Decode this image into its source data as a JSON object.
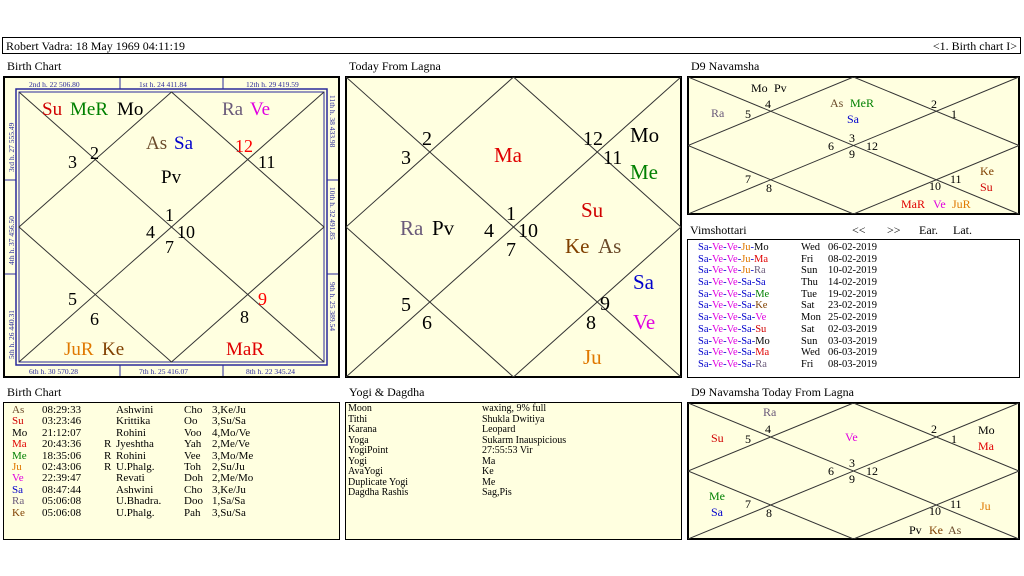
{
  "topbar": {
    "title": "Robert Vadra:   18 May 1969  04:11:19",
    "nav": "<1. Birth chart I>"
  },
  "titles": {
    "birth_chart": "Birth Chart",
    "today_from_lagna": "Today From Lagna",
    "d9": "D9 Navamsha",
    "vimshottari": "Vimshottari",
    "birth_table": "Birth Chart",
    "yogi": "Yogi & Dagdha",
    "d9_today": "D9 Navamsha Today From Lagna"
  },
  "colors": {
    "Su": "#d00000",
    "Mo": "#000000",
    "Ma": "#e00000",
    "Me": "#008000",
    "Ju": "#e07800",
    "Ve": "#e000e0",
    "Sa": "#0000cc",
    "Ra": "#6a5a7a",
    "Ke": "#804000",
    "As": "#6a4a2a",
    "Pv": "#000000",
    "red": "#ff0000"
  },
  "birth_chart": {
    "border_labels": {
      "top1": "2nd h.  22  506.80",
      "top2": "1st h.  24  411.84",
      "top3": "12th h.  29  419.59",
      "bot1": "6th h.  30  570.28",
      "bot2": "7th h.  25  416.07",
      "bot3": "8th h.  22  345.24",
      "left1": "3rd h.  27  555.49",
      "left2": "4th h.  37  456.50",
      "left3": "5th h.  26  440.31",
      "right1": "11th h.  38  433.98",
      "right2": "10th h.  32  491.85",
      "right3": "9th h.  25  389.54"
    },
    "signs": {
      "h1": "1",
      "h1b": "10",
      "h2": "2",
      "h3": "3",
      "h4": "4",
      "h5": "5",
      "h6": "6",
      "h7": "7",
      "h8": "8",
      "h9": "9",
      "h11": "11",
      "h12": "12"
    },
    "planets": {
      "p_su": "Su",
      "p_mer": "MeR",
      "p_mo": "Mo",
      "p_ra": "Ra",
      "p_ve": "Ve",
      "p_as": "As",
      "p_sa": "Sa",
      "p_pv": "Pv",
      "p_jur": "JuR",
      "p_ke": "Ke",
      "p_mar": "MaR"
    }
  },
  "today_chart": {
    "signs": {
      "s2": "2",
      "s3": "3",
      "s12": "12",
      "s11": "11",
      "s1": "1",
      "s4": "4",
      "s10": "10",
      "s7": "7",
      "s5": "5",
      "s6": "6",
      "s9": "9",
      "s8": "8"
    },
    "planets": {
      "ma": "Ma",
      "mo": "Mo",
      "me": "Me",
      "su": "Su",
      "ke": "Ke",
      "as": "As",
      "ra": "Ra",
      "pv": "Pv",
      "sa": "Sa",
      "ve": "Ve",
      "ju": "Ju"
    }
  },
  "d9": {
    "signs": {
      "s4": "4",
      "s5": "5",
      "s2": "2",
      "s1": "1",
      "s3": "3",
      "s6": "6",
      "s9": "9",
      "s12": "12",
      "s7": "7",
      "s8": "8",
      "s10": "10",
      "s11": "11"
    },
    "planets": {
      "mo": "Mo",
      "pv": "Pv",
      "ra": "Ra",
      "as": "As",
      "mer": "MeR",
      "sa": "Sa",
      "ke": "Ke",
      "su": "Su",
      "mar": "MaR",
      "ve": "Ve",
      "jur": "JuR"
    }
  },
  "vimshottari": {
    "prev": "<<",
    "next": ">>",
    "ear": "Ear.",
    "lat": "Lat.",
    "rows": [
      {
        "p": [
          "Sa",
          "Ve",
          "Ve",
          "Ju",
          "Mo"
        ],
        "day": "Wed",
        "date": "06-02-2019"
      },
      {
        "p": [
          "Sa",
          "Ve",
          "Ve",
          "Ju",
          "Ma"
        ],
        "day": "Fri",
        "date": "08-02-2019"
      },
      {
        "p": [
          "Sa",
          "Ve",
          "Ve",
          "Ju",
          "Ra"
        ],
        "day": "Sun",
        "date": "10-02-2019"
      },
      {
        "p": [
          "Sa",
          "Ve",
          "Ve",
          "Sa",
          "Sa"
        ],
        "day": "Thu",
        "date": "14-02-2019"
      },
      {
        "p": [
          "Sa",
          "Ve",
          "Ve",
          "Sa",
          "Me"
        ],
        "day": "Tue",
        "date": "19-02-2019"
      },
      {
        "p": [
          "Sa",
          "Ve",
          "Ve",
          "Sa",
          "Ke"
        ],
        "day": "Sat",
        "date": "23-02-2019"
      },
      {
        "p": [
          "Sa",
          "Ve",
          "Ve",
          "Sa",
          "Ve"
        ],
        "day": "Mon",
        "date": "25-02-2019"
      },
      {
        "p": [
          "Sa",
          "Ve",
          "Ve",
          "Sa",
          "Su"
        ],
        "day": "Sat",
        "date": "02-03-2019"
      },
      {
        "p": [
          "Sa",
          "Ve",
          "Ve",
          "Sa",
          "Mo"
        ],
        "day": "Sun",
        "date": "03-03-2019"
      },
      {
        "p": [
          "Sa",
          "Ve",
          "Ve",
          "Sa",
          "Ma"
        ],
        "day": "Wed",
        "date": "06-03-2019"
      },
      {
        "p": [
          "Sa",
          "Ve",
          "Ve",
          "Sa",
          "Ra"
        ],
        "day": "Fri",
        "date": "08-03-2019"
      }
    ]
  },
  "birth_table": [
    {
      "pl": "As",
      "time": "08:29:33",
      "r": "",
      "nak": "Ashwini",
      "syl": "Cho",
      "pada": "3,Ke/Ju"
    },
    {
      "pl": "Su",
      "time": "03:23:46",
      "r": "",
      "nak": "Krittika",
      "syl": "Oo",
      "pada": "3,Su/Sa"
    },
    {
      "pl": "Mo",
      "time": "21:12:07",
      "r": "",
      "nak": "Rohini",
      "syl": "Voo",
      "pada": "4,Mo/Ve"
    },
    {
      "pl": "Ma",
      "time": "20:43:36",
      "r": "R",
      "nak": "Jyeshtha",
      "syl": "Yah",
      "pada": "2,Me/Ve"
    },
    {
      "pl": "Me",
      "time": "18:35:06",
      "r": "R",
      "nak": "Rohini",
      "syl": "Vee",
      "pada": "3,Mo/Me"
    },
    {
      "pl": "Ju",
      "time": "02:43:06",
      "r": "R",
      "nak": "U.Phalg.",
      "syl": "Toh",
      "pada": "2,Su/Ju"
    },
    {
      "pl": "Ve",
      "time": "22:39:47",
      "r": "",
      "nak": "Revati",
      "syl": "Doh",
      "pada": "2,Me/Mo"
    },
    {
      "pl": "Sa",
      "time": "08:47:44",
      "r": "",
      "nak": "Ashwini",
      "syl": "Cho",
      "pada": "3,Ke/Ju"
    },
    {
      "pl": "Ra",
      "time": "05:06:08",
      "r": "",
      "nak": "U.Bhadra.",
      "syl": "Doo",
      "pada": "1,Sa/Sa"
    },
    {
      "pl": "Ke",
      "time": "05:06:08",
      "r": "",
      "nak": "U.Phalg.",
      "syl": "Pah",
      "pada": "3,Su/Sa"
    }
  ],
  "yogi": [
    {
      "k": "Moon",
      "v": "waxing, 9% full"
    },
    {
      "k": "Tithi",
      "v": "Shukla  Dwitiya"
    },
    {
      "k": "Karana",
      "v": "Leopard"
    },
    {
      "k": "Yoga",
      "v": "Sukarm Inauspicious"
    },
    {
      "k": "YogiPoint",
      "v": "27:55:53 Vir"
    },
    {
      "k": "Yogi",
      "v": "Ma"
    },
    {
      "k": "AvaYogi",
      "v": "Ke"
    },
    {
      "k": "Duplicate Yogi",
      "v": "Me"
    },
    {
      "k": "Dagdha Rashis",
      "v": "Sag,Pis"
    }
  ],
  "d9_today": {
    "signs": {
      "s4": "4",
      "s5": "5",
      "s2": "2",
      "s1": "1",
      "s3": "3",
      "s6": "6",
      "s9": "9",
      "s12": "12",
      "s7": "7",
      "s8": "8",
      "s10": "10",
      "s11": "11"
    },
    "planets": {
      "ra": "Ra",
      "su": "Su",
      "ve": "Ve",
      "mo": "Mo",
      "ma": "Ma",
      "me": "Me",
      "sa": "Sa",
      "ju": "Ju",
      "pv": "Pv",
      "ke": "Ke",
      "as": "As"
    }
  }
}
